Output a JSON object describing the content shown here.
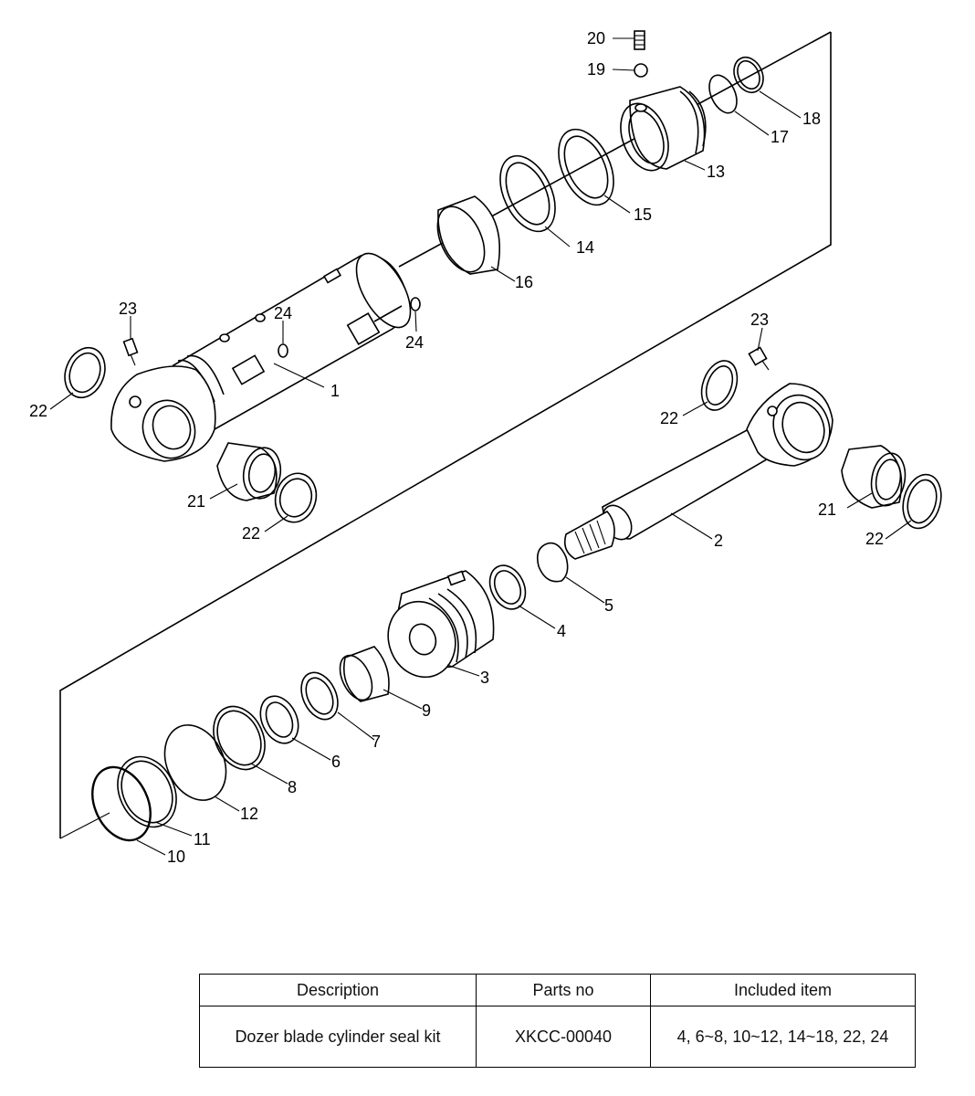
{
  "callouts": [
    {
      "id": "1",
      "text": "1"
    },
    {
      "id": "2",
      "text": "2"
    },
    {
      "id": "3",
      "text": "3"
    },
    {
      "id": "4",
      "text": "4"
    },
    {
      "id": "5",
      "text": "5"
    },
    {
      "id": "6",
      "text": "6"
    },
    {
      "id": "7",
      "text": "7"
    },
    {
      "id": "8",
      "text": "8"
    },
    {
      "id": "9",
      "text": "9"
    },
    {
      "id": "10",
      "text": "10"
    },
    {
      "id": "11",
      "text": "11"
    },
    {
      "id": "12",
      "text": "12"
    },
    {
      "id": "13",
      "text": "13"
    },
    {
      "id": "14",
      "text": "14"
    },
    {
      "id": "15",
      "text": "15"
    },
    {
      "id": "16",
      "text": "16"
    },
    {
      "id": "17",
      "text": "17"
    },
    {
      "id": "18",
      "text": "18"
    },
    {
      "id": "19",
      "text": "19"
    },
    {
      "id": "20",
      "text": "20"
    },
    {
      "id": "21a",
      "text": "21"
    },
    {
      "id": "21b",
      "text": "21"
    },
    {
      "id": "22a",
      "text": "22"
    },
    {
      "id": "22b",
      "text": "22"
    },
    {
      "id": "22c",
      "text": "22"
    },
    {
      "id": "22d",
      "text": "22"
    },
    {
      "id": "23a",
      "text": "23"
    },
    {
      "id": "23b",
      "text": "23"
    },
    {
      "id": "24a",
      "text": "24"
    },
    {
      "id": "24b",
      "text": "24"
    }
  ],
  "table": {
    "headers": {
      "description": "Description",
      "parts_no": "Parts no",
      "included_item": "Included item"
    },
    "row": {
      "description": "Dozer blade cylinder seal kit",
      "parts_no": "XKCC-00040",
      "included_item": "4, 6~8, 10~12, 14~18, 22, 24"
    }
  }
}
